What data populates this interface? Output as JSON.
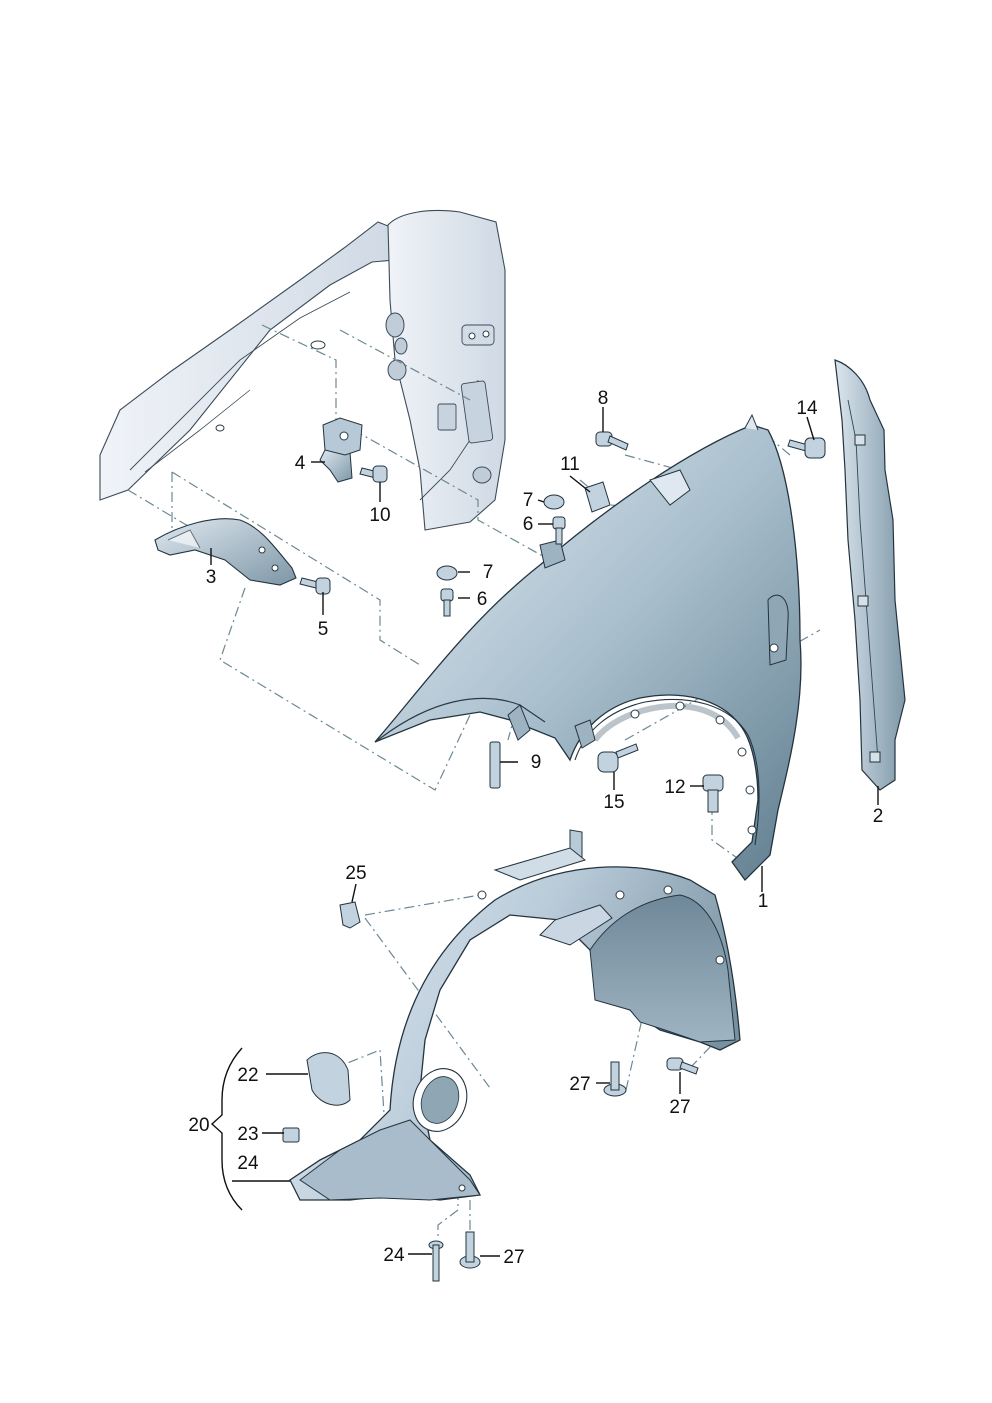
{
  "colors": {
    "background": "#ffffff",
    "part_light": "#e3ebf3",
    "part_mid": "#b4c8d6",
    "part_dark": "#6f8c9c",
    "ghost_body": "#dce3ec",
    "leader": "#111111",
    "dashed_line": "#6d8894"
  },
  "labels": {
    "p1": "1",
    "p2": "2",
    "p3": "3",
    "p4": "4",
    "p5": "5",
    "p6a": "6",
    "p6b": "6",
    "p7a": "7",
    "p7b": "7",
    "p8": "8",
    "p9": "9",
    "p10": "10",
    "p11": "11",
    "p12": "12",
    "p14": "14",
    "p15": "15",
    "p20": "20",
    "p22": "22",
    "p23": "23",
    "p24a": "24",
    "p24b": "24",
    "p25": "25",
    "p27a": "27",
    "p27b": "27",
    "p27c": "27"
  }
}
